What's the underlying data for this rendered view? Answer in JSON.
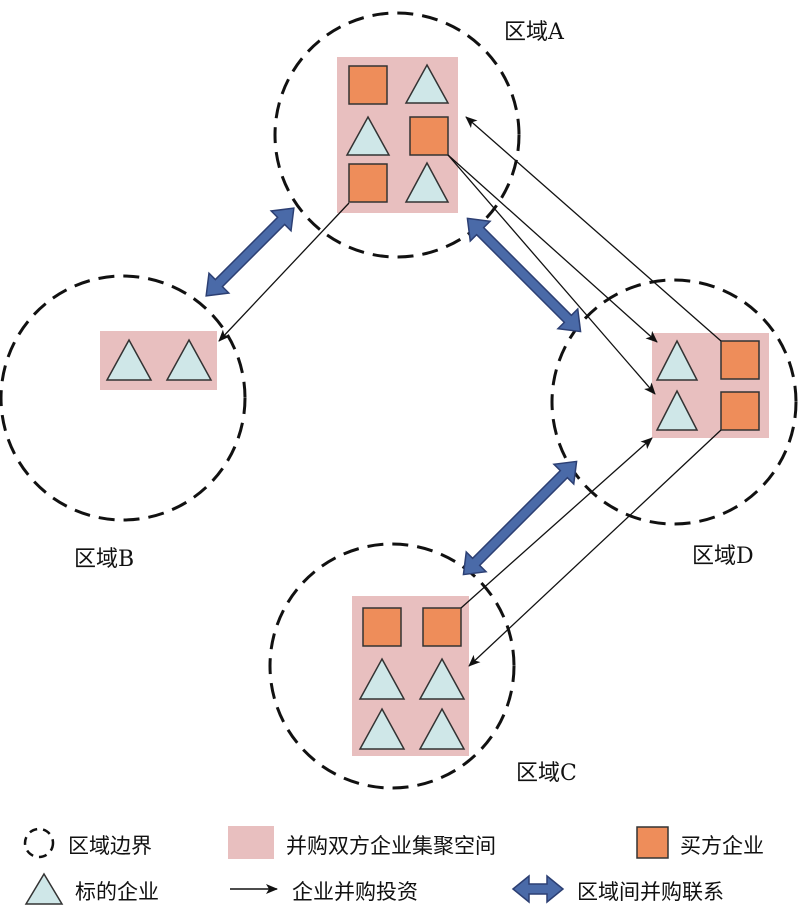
{
  "colors": {
    "cluster_fill": "#e8bfbf",
    "acquirer_fill": "#ee8d5a",
    "acquirer_stroke": "#333333",
    "target_fill": "#cfe7e8",
    "target_stroke": "#333333",
    "boundary_stroke": "#111111",
    "link_fill": "#4a6aa8",
    "link_stroke": "#2c3f73",
    "arrow_stroke": "#111111"
  },
  "regions": {
    "a": {
      "label": "区域A"
    },
    "b": {
      "label": "区域B"
    },
    "c": {
      "label": "区域C"
    },
    "d": {
      "label": "区域D"
    }
  },
  "legend": {
    "boundary": {
      "label": "区域边界",
      "icon": "dashed-circle-icon"
    },
    "cluster": {
      "label": "并购双方企业集聚空间",
      "icon": "pink-rect-icon"
    },
    "acquirer": {
      "label": "买方企业",
      "icon": "orange-square-icon"
    },
    "target": {
      "label": "标的企业",
      "icon": "triangle-icon"
    },
    "investment": {
      "label": "企业并购投资",
      "icon": "arrow-icon"
    },
    "interregional": {
      "label": "区域间并购联系",
      "icon": "double-arrow-icon"
    }
  }
}
